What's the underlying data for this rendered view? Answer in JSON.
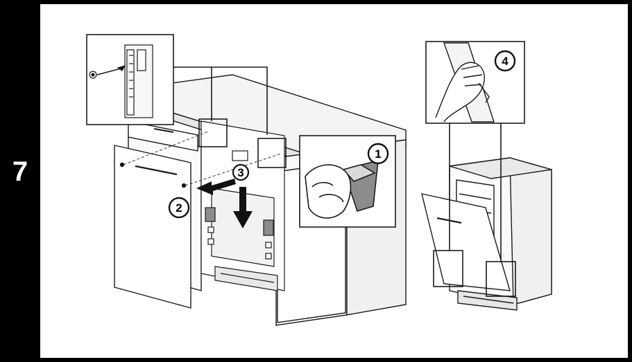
{
  "step": {
    "number": "7"
  },
  "callouts": [
    {
      "id": "1",
      "label": "1"
    },
    {
      "id": "2",
      "label": "2"
    },
    {
      "id": "3",
      "label": "3"
    },
    {
      "id": "4",
      "label": "4"
    }
  ],
  "colors": {
    "bar": "#000000",
    "line": "#1a1a1a",
    "fill_light": "#f4f4f4",
    "fill_mid": "#d9d9d9",
    "fill_dark": "#8c8c8c"
  }
}
